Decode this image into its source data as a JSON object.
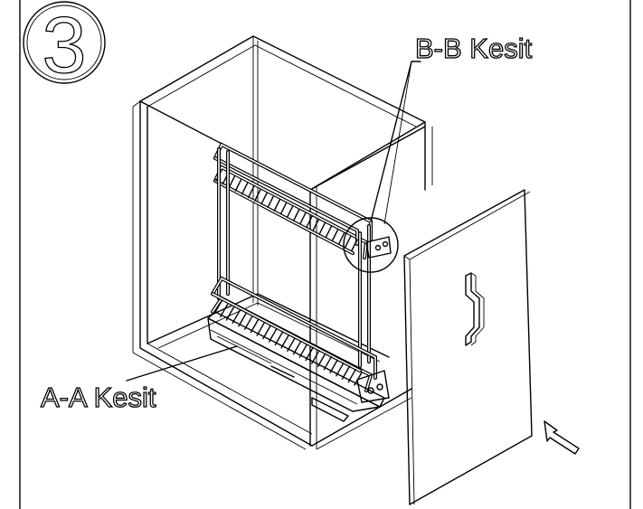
{
  "step": {
    "number": "3"
  },
  "labels": {
    "section_b": "B-B Kesit",
    "section_a": "A-A Kesit"
  },
  "colors": {
    "ink": "#000000",
    "paper": "#ffffff"
  },
  "icons": {
    "insert_direction": "arrow-up-left-icon"
  }
}
